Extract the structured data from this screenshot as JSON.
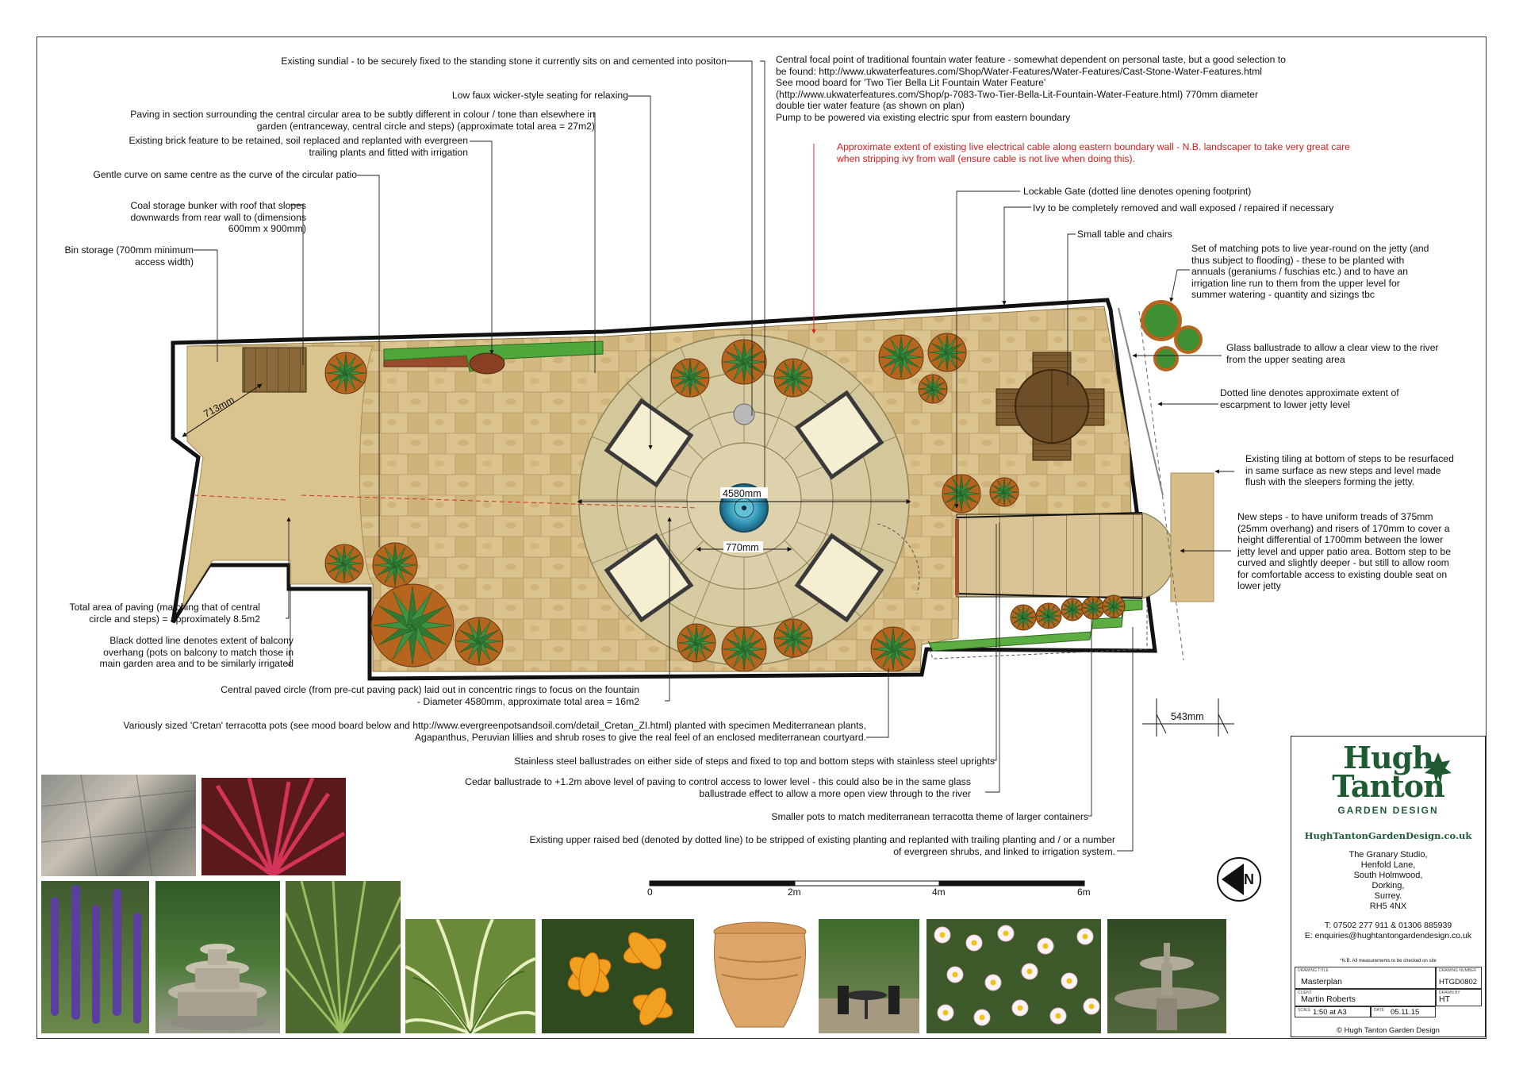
{
  "annotations": {
    "sundial": "Existing sundial - to be securely fixed to the standing stone it currently sits on and cemented into positon",
    "seating": "Low faux wicker-style seating for relaxing",
    "paving_section": "Paving in section surrounding the central circular area to be subtly different in colour / tone than elsewhere in\ngarden (entranceway, central circle and steps) (approximate total area = 27m2)",
    "brick_feature": "Existing brick feature to be retained, soil replaced and replanted with evergreen\ntrailing plants and fitted with irrigation",
    "gentle_curve": "Gentle curve on same centre as the curve of the circular patio",
    "coal_bunker": "Coal storage bunker with roof that slopes\ndownwards from rear wall to (dimensions\n600mm x 900mm)",
    "bin_storage": "Bin storage (700mm minimum\naccess width)",
    "fountain": "Central focal point of traditional fountain water feature - somewhat dependent on personal taste, but a good selection to\nbe found: http://www.ukwaterfeatures.com/Shop/Water-Features/Water-Features/Cast-Stone-Water-Features.html\nSee mood board for 'Two Tier Bella Lit Fountain Water Feature'\n(http://www.ukwaterfeatures.com/Shop/p-7083-Two-Tier-Bella-Lit-Fountain-Water-Feature.html) 770mm diameter\ndouble tier water feature (as shown on plan)\nPump to be powered via existing electric spur from eastern boundary",
    "cable": "Approximate extent of existing live electrical cable along eastern boundary wall - N.B. landscaper to take very great care\nwhen stripping ivy from wall (ensure cable is not live when doing this).",
    "gate": "Lockable Gate (dotted line denotes opening footprint)",
    "ivy": "Ivy to be completely removed and wall exposed / repaired if necessary",
    "table": "Small table and chairs",
    "pots_jetty": "Set of matching pots to live year-round on the jetty (and\nthus subject to flooding) - these to be planted with\nannuals (geraniums / fuschias etc.) and to have an\nirrigation line run to them from the upper level for\nsummer watering - quantity and sizings tbc",
    "glass": "Glass ballustrade to allow a clear view to the river\nfrom the upper seating area",
    "escarpment": "Dotted line denotes approximate extent of\nescarpment to lower jetty level",
    "tiling": "Existing tiling at bottom of steps to be resurfaced\nin same surface as new steps and level made\nflush with the sleepers forming the jetty.",
    "steps": "New steps - to have uniform treads of 375mm\n(25mm overhang) and risers of 170mm to cover a\nheight differential of 1700mm between the lower\njetty level and upper patio area. Bottom step to be\ncurved and slightly deeper - but still to allow room\nfor comfortable access to existing double seat on\nlower jetty",
    "total_area": "Total area of paving (matching that of central\ncircle and steps) = approximately 8.5m2",
    "balcony": "Black dotted line denotes extent of balcony\noverhang (pots on balcony to match those in\nmain garden area and to be similarly irrigated",
    "central_circle": "Central paved circle (from pre-cut paving pack) laid out in concentric rings to focus on the fountain\n- Diameter 4580mm, approximate total area = 16m2",
    "cretan": "Variously sized 'Cretan' terracotta pots (see mood board below and http://www.evergreenpotsandsoil.com/detail_Cretan_ZI.html) planted with specimen Mediterranean plants,\nAgapanthus, Peruvian lillies and shrub roses to give the real feel of an enclosed mediterranean courtyard.",
    "stainless": "Stainless steel ballustrades on either side of steps and fixed to top and bottom steps with stainless steel uprights",
    "cedar": "Cedar ballustrade to +1.2m above level of paving to control access to lower level - this could also be in the same glass\nballustrade effect to allow a more open view through to the river",
    "smaller_pots": "Smaller pots to match mediterranean terracotta theme of larger containers",
    "raised_bed": "Existing upper raised bed (denoted by dotted line) to be stripped of existing planting and replanted with trailing planting and / or a number\nof evergreen shrubs, and linked to irrigation system."
  },
  "dimensions": {
    "d713": "713mm",
    "d4580": "4580mm",
    "d770": "770mm",
    "d543": "543mm"
  },
  "scale_bar": {
    "labels": [
      "0",
      "2m",
      "4m",
      "6m"
    ]
  },
  "north_arrow": "N",
  "title_block": {
    "logo_line1": "Hugh",
    "logo_line2": "Tanton",
    "logo_line3": "GARDEN DESIGN",
    "website": "HughTantonGardenDesign.co.uk",
    "address": "The Granary Studio,\nHenfold Lane,\nSouth Holmwood,\nDorking,\nSurrey.\nRH5 4NX",
    "contact": "T: 07502 277 911 & 01306 885939\nE: enquiries@hughtantongardendesign.co.uk",
    "note": "*N.B. All measurements to be checked on site",
    "drawing_title_label": "DRAWING TITLE",
    "drawing_title": "Masterplan",
    "drawing_number_label": "DRAWING NUMBER",
    "drawing_number": "HTGD0802",
    "client_label": "CLIENT",
    "client": "Martin Roberts",
    "drawn_by_label": "DRAWN BY",
    "drawn_by": "HT",
    "scale_label": "SCALE",
    "scale": "1:50 at A3",
    "date_label": "DATE",
    "date": "05.11.15",
    "copyright": "© Hugh Tanton Garden Design"
  },
  "mood_board": [
    "paving-sample",
    "red-cordyline",
    "purple-salvia",
    "stone-fountain",
    "palm-leaves",
    "variegated-grass",
    "peruvian-lily",
    "cretan-terracotta-pot",
    "courtyard-table",
    "white-daisies",
    "bella-fountain"
  ],
  "colors": {
    "paving": "#d8c08a",
    "circle": "#cfc49a",
    "plant_green": "#2f7a32",
    "terracotta": "#b5651d",
    "logo_green": "#1f5a34",
    "cable_red": "#d81c1c"
  }
}
